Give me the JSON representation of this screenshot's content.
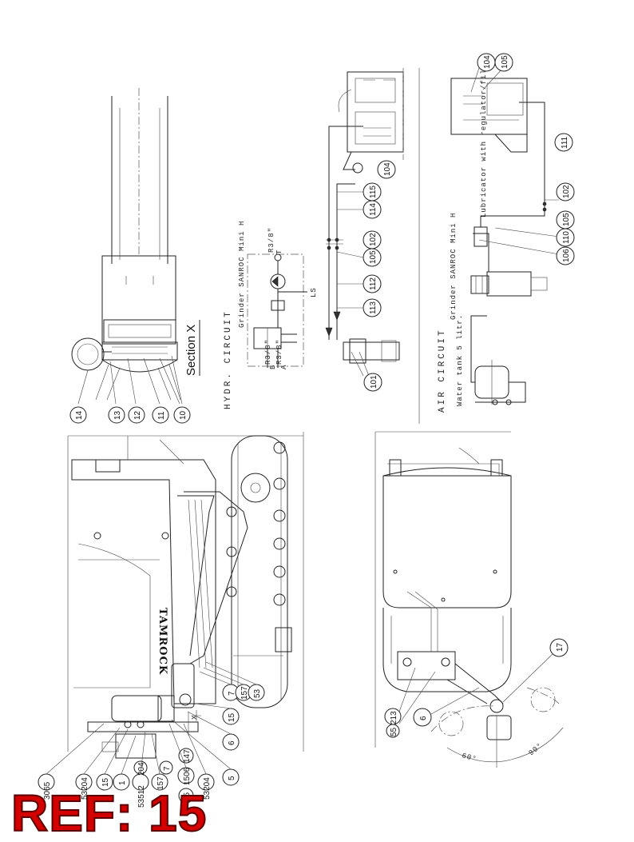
{
  "ref_label": "REF: 15",
  "brand": "TAMROCK",
  "section": {
    "title": "Section X",
    "marker": "X"
  },
  "hydraulic": {
    "title": "HYDR. CIRCUIT",
    "device": "Grinder SANROC Mini H",
    "ports": [
      "R3/8\"",
      "R3/8\"",
      "R3/8\""
    ],
    "port_letters": [
      "B",
      "A",
      "T",
      "LS"
    ]
  },
  "air": {
    "title": "AIR CIRCUIT",
    "device": "Grinder SANROC Mini H",
    "water_tank": "Water tank 5 litr.",
    "lubricator": "Lubricator with regulator/filter"
  },
  "angles": [
    "60°",
    "90°"
  ],
  "section_x_callouts": [
    "14",
    "13",
    "12",
    "11",
    "10"
  ],
  "hydr_callouts": [
    "101",
    "113",
    "112",
    "105",
    "102",
    "114",
    "115",
    "104"
  ],
  "air_callouts": [
    "104",
    "105",
    "111",
    "102",
    "105",
    "110",
    "106"
  ],
  "main_callouts": [
    "7",
    "157",
    "53",
    "15",
    "6",
    "5",
    "17",
    "6",
    "55",
    "213"
  ],
  "left_stack_labels": [
    "3065",
    "53204",
    "15",
    "1",
    "53512",
    "204",
    "157",
    "7",
    "55",
    "1506",
    "147",
    "53204"
  ]
}
